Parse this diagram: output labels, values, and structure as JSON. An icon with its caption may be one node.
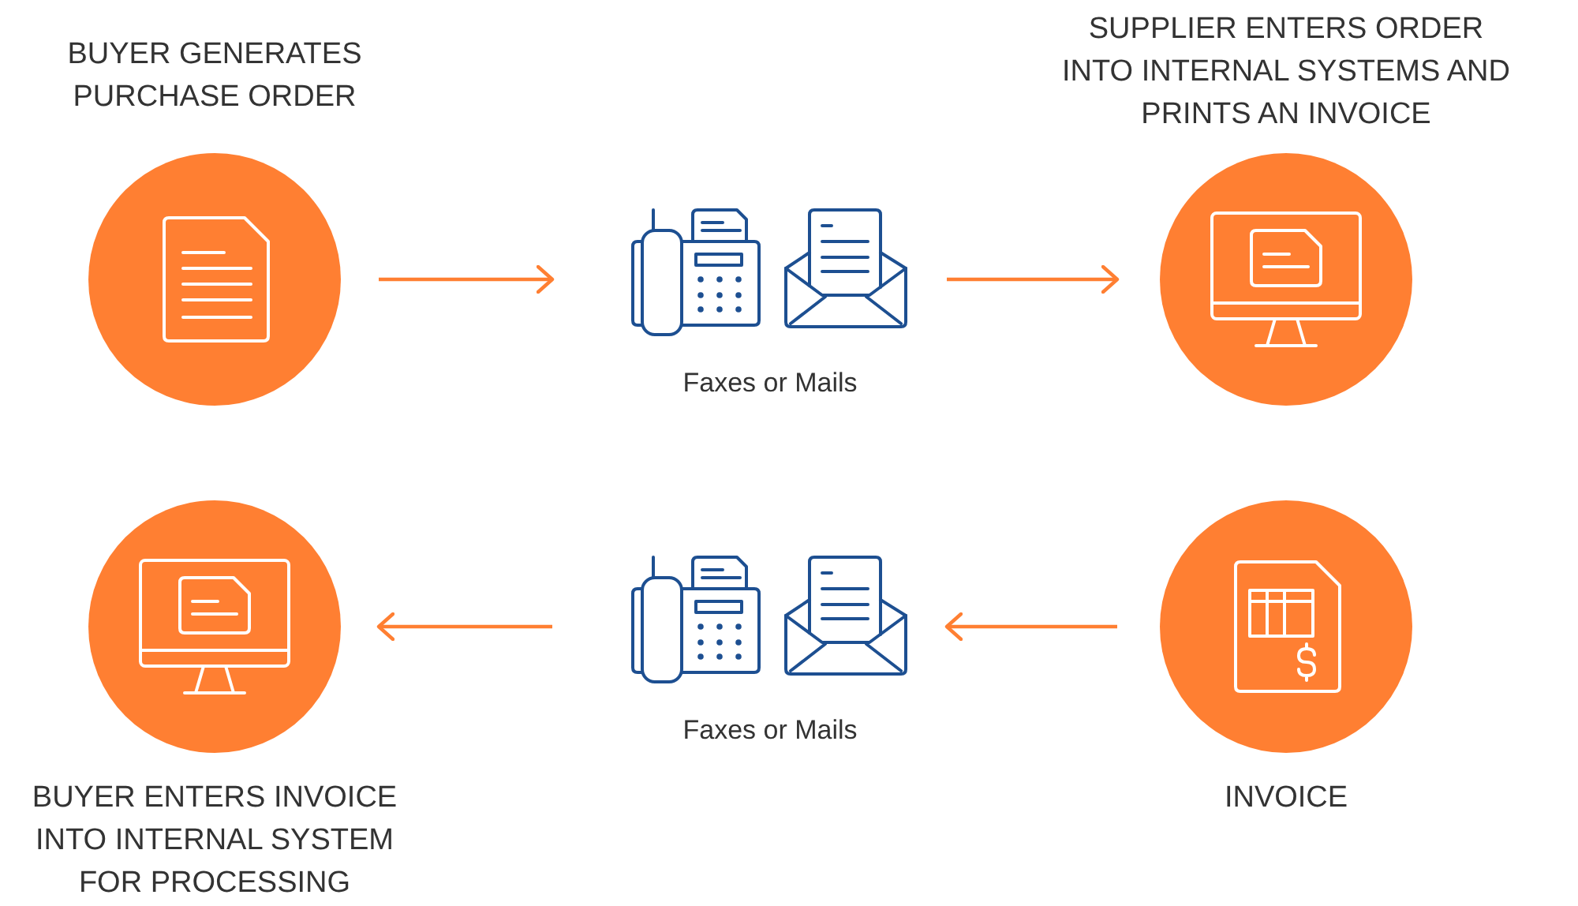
{
  "diagram": {
    "nodes": [
      {
        "text": [
          "BUYER GENERATES PURCHASE ORDER"
        ]
      },
      {
        "text": [
          "Faxes or Mails"
        ]
      },
      {
        "text": [
          "SUPPLIER ENTERS ORDER INTO INTERNAL SYSTEMS AND PRINTS AN INVOICE"
        ]
      },
      {
        "text": [
          "BUYER ENTERS INVOICE INTO INTERNAL SYSTEM FOR PROCESSING"
        ]
      },
      {
        "text": [
          "Faxes or Mails"
        ]
      },
      {
        "text": [
          "INVOICE"
        ]
      }
    ],
    "edges": [
      {
        "from": 0,
        "to": 1,
        "arrow": "to"
      },
      {
        "from": 1,
        "to": 2,
        "arrow": "to"
      },
      {
        "from": 5,
        "to": 4,
        "arrow": "to"
      },
      {
        "from": 4,
        "to": 3,
        "arrow": "to"
      }
    ]
  }
}
